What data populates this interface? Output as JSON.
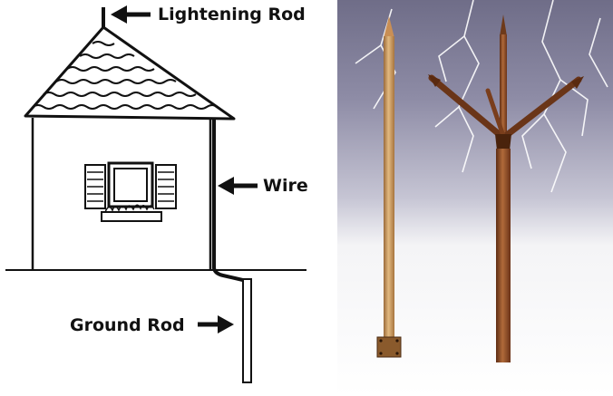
{
  "labels": {
    "lightning_rod": "Lightening Rod",
    "wire": "Wire",
    "ground_rod": "Ground Rod"
  },
  "colors": {
    "ink": "#111111",
    "photo_sky_top": "#7c7a94",
    "photo_sky_bottom": "#f4f4f6",
    "copper_light": "#d9a96a",
    "copper_dark": "#8a4a22"
  },
  "icons": {
    "arrow": "left-pointing-arrow",
    "lightning": "lightning-bolt"
  }
}
